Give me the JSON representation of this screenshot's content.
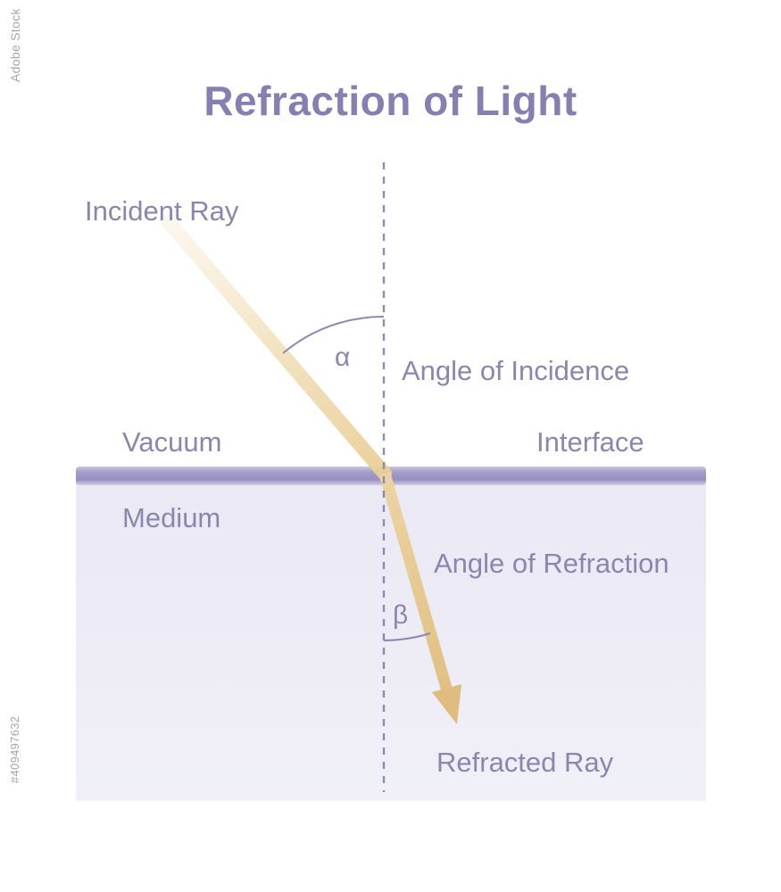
{
  "title": "Refraction of Light",
  "watermark": {
    "brand": "Adobe Stock",
    "id": "#409497632"
  },
  "labels": {
    "incident_ray": "Incident Ray",
    "alpha": "α",
    "angle_of_incidence": "Angle of Incidence",
    "vacuum": "Vacuum",
    "interface": "Interface",
    "medium": "Medium",
    "angle_of_refraction": "Angle of Refraction",
    "beta": "β",
    "refracted_ray": "Refracted Ray"
  },
  "colors": {
    "title_text": "#877fb2",
    "label_text": "#8b86ad",
    "normal_line": "#8f8ab1",
    "angle_arc": "#8d88af",
    "interface_bar": "#a39dc9",
    "medium_fill": "#edecf6",
    "ray_gold": "#e4c58c",
    "watermark_text": "#a6a6a6"
  }
}
